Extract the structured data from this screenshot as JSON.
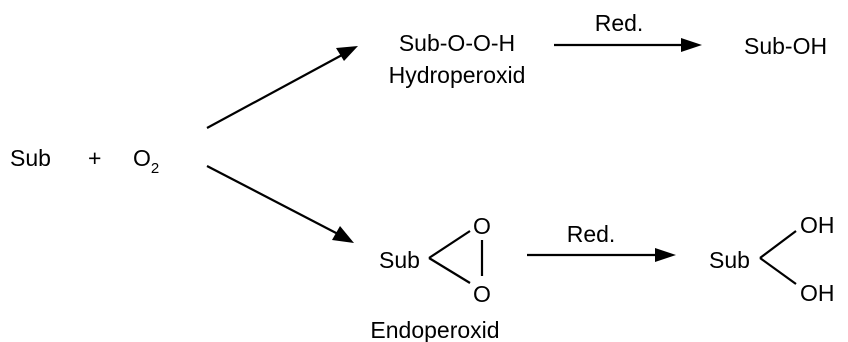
{
  "reactants": {
    "substrate": "Sub",
    "plus": "+",
    "oxygen_symbol": "O",
    "oxygen_subscript": "2"
  },
  "upper_pathway": {
    "product_formula": "Sub-O-O-H",
    "product_name": "Hydroperoxid",
    "reagent": "Red.",
    "final_product": "Sub-OH"
  },
  "lower_pathway": {
    "substrate": "Sub",
    "ring_oxygen_top": "O",
    "ring_oxygen_bottom": "O",
    "product_name": "Endoperoxid",
    "reagent": "Red.",
    "diol_substrate": "Sub",
    "diol_hydroxyl_top": "OH",
    "diol_hydroxyl_bottom": "OH"
  },
  "colors": {
    "ink": "#000000",
    "background": "#ffffff"
  }
}
